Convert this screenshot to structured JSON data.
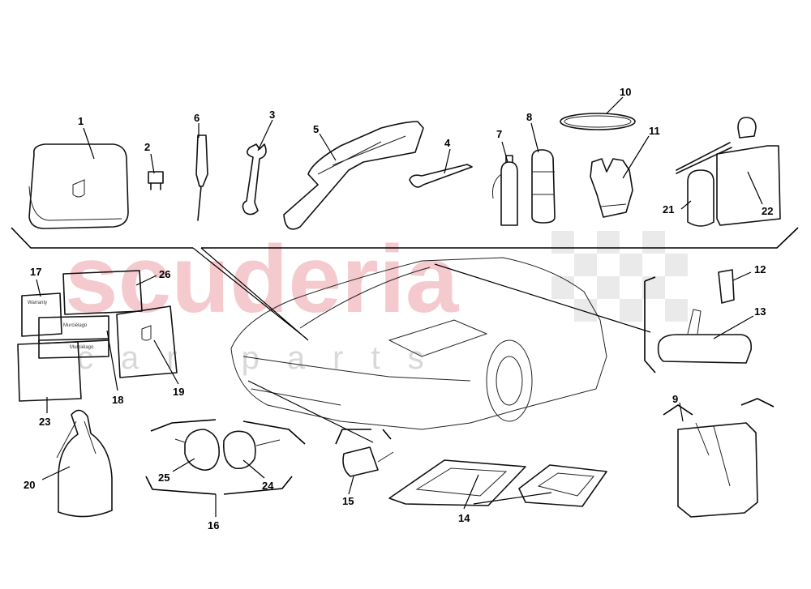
{
  "watermark": {
    "main": "scuderia",
    "sub": "car parts",
    "color": "#f2b9bf"
  },
  "docs": {
    "warranty": "Warranty",
    "model": "Murciélago"
  },
  "callouts": [
    "1",
    "2",
    "3",
    "4",
    "5",
    "6",
    "7",
    "8",
    "9",
    "10",
    "11",
    "12",
    "13",
    "14",
    "15",
    "16",
    "17",
    "18",
    "19",
    "20",
    "21",
    "22",
    "23",
    "24",
    "25",
    "26"
  ]
}
